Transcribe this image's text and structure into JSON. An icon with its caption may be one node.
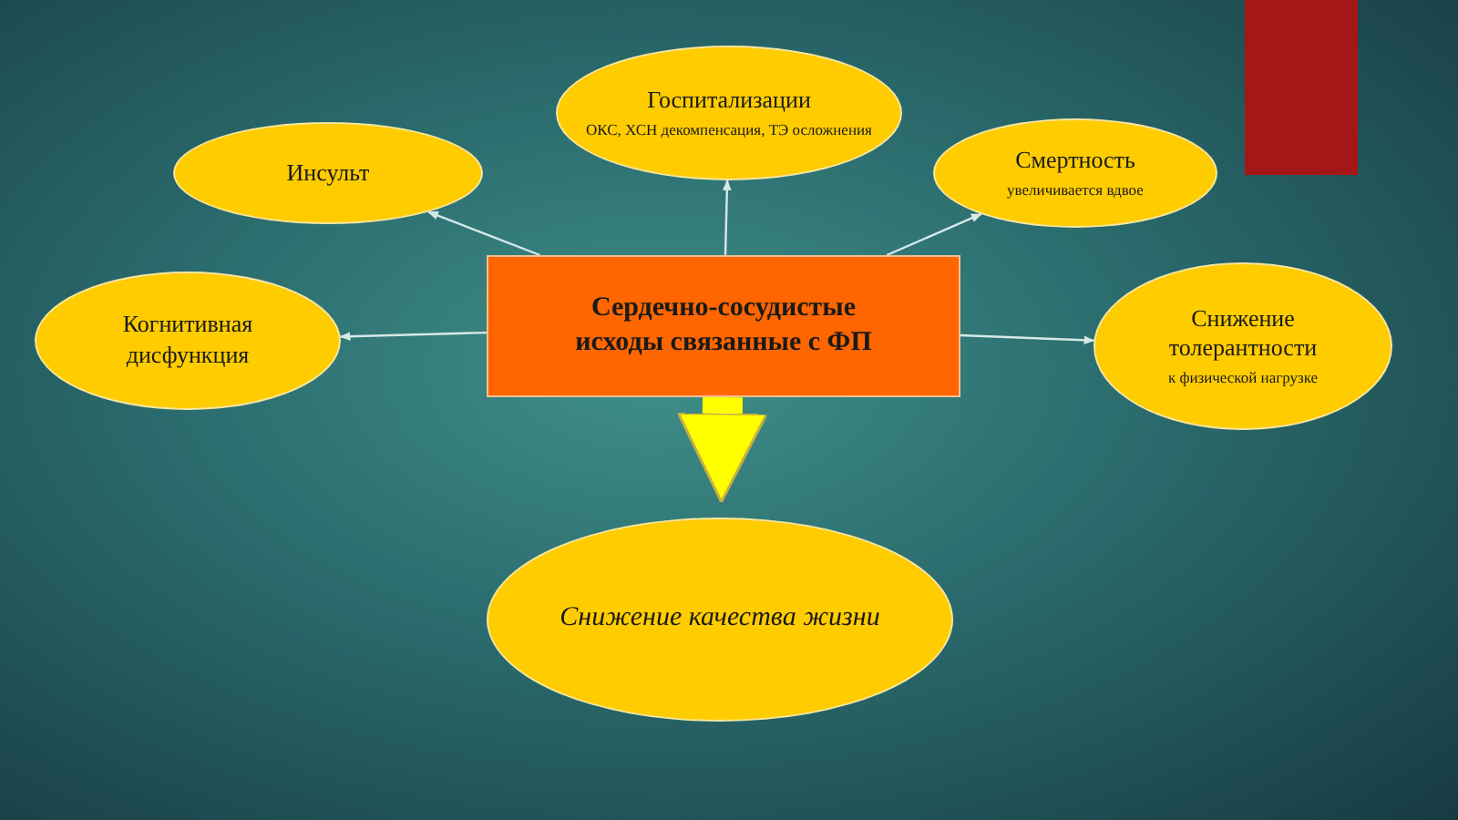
{
  "diagram": {
    "nodes": [
      {
        "text": [
          "Госпитализации",
          "ОКС, ХСН декомпенсация, ТЭ осложнения"
        ]
      },
      {
        "text": [
          "Инсульт"
        ]
      },
      {
        "text": [
          "Смертность",
          "увеличивается вдвое"
        ]
      },
      {
        "text": [
          "Когнитивная дисфункция"
        ]
      },
      {
        "text": [
          "Сердечно-сосудистые исходы связанные с ФП"
        ]
      },
      {
        "text": [
          "Снижение толерантности",
          "к физической нагрузке"
        ]
      },
      {
        "text": [
          "Снижение качества жизни"
        ]
      }
    ],
    "edges": [
      {
        "from": 4,
        "to": 0,
        "arrow": "to"
      },
      {
        "from": 4,
        "to": 1,
        "arrow": "to"
      },
      {
        "from": 4,
        "to": 2,
        "arrow": "to"
      },
      {
        "from": 4,
        "to": 3,
        "arrow": "to"
      },
      {
        "from": 4,
        "to": 5,
        "arrow": "to"
      },
      {
        "from": 4,
        "to": 6,
        "arrow": "to",
        "style": "thick",
        "color": "#ffff00"
      }
    ]
  }
}
